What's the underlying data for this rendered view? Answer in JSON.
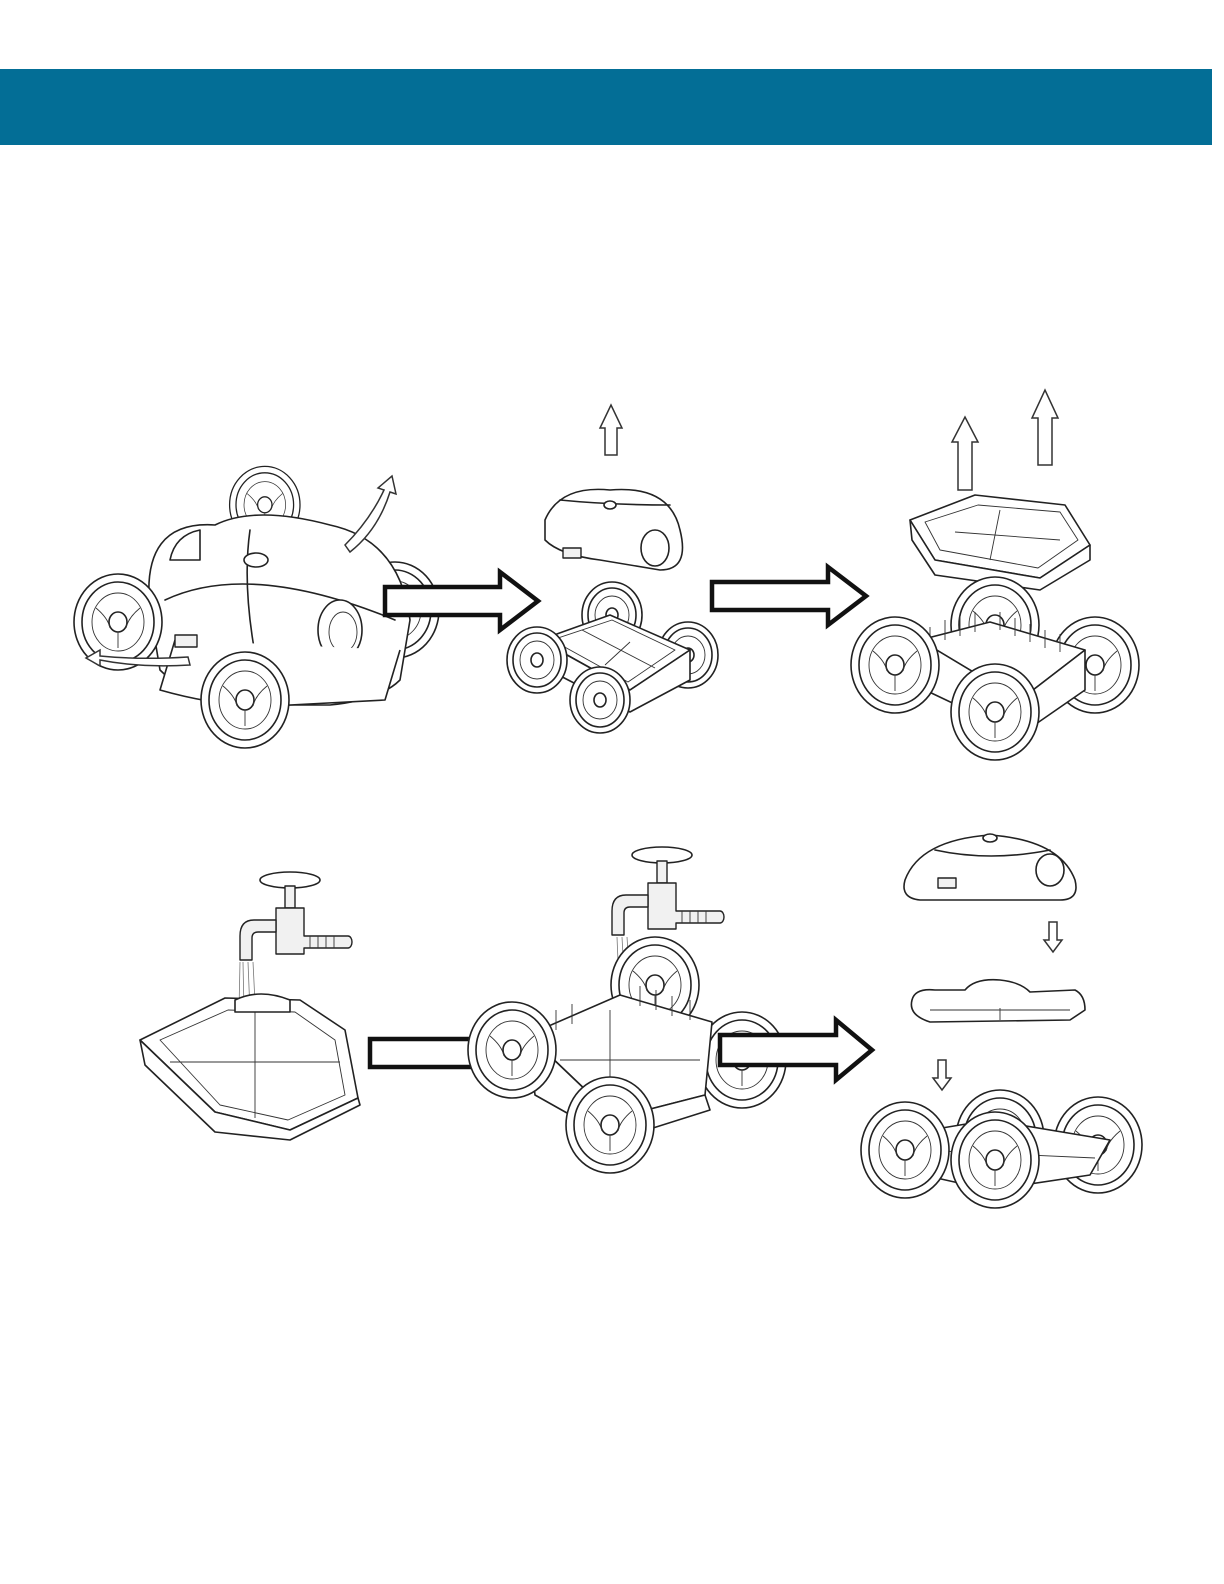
{
  "header": {
    "band_color": "#036e96"
  },
  "colors": {
    "line_art": "#222222",
    "background": "#ffffff"
  },
  "steps": [
    {
      "name": "remove-top-cover",
      "icon": "robot-cleaner-icon"
    },
    {
      "name": "lift-top-cover",
      "icon": "top-cover-icon"
    },
    {
      "name": "lift-filter-basket",
      "icon": "filter-basket-icon"
    },
    {
      "name": "rinse-filter-basket",
      "icon": "faucet-icon"
    },
    {
      "name": "rinse-chassis",
      "icon": "faucet-icon"
    },
    {
      "name": "reassemble",
      "icon": "assembly-icon"
    }
  ]
}
